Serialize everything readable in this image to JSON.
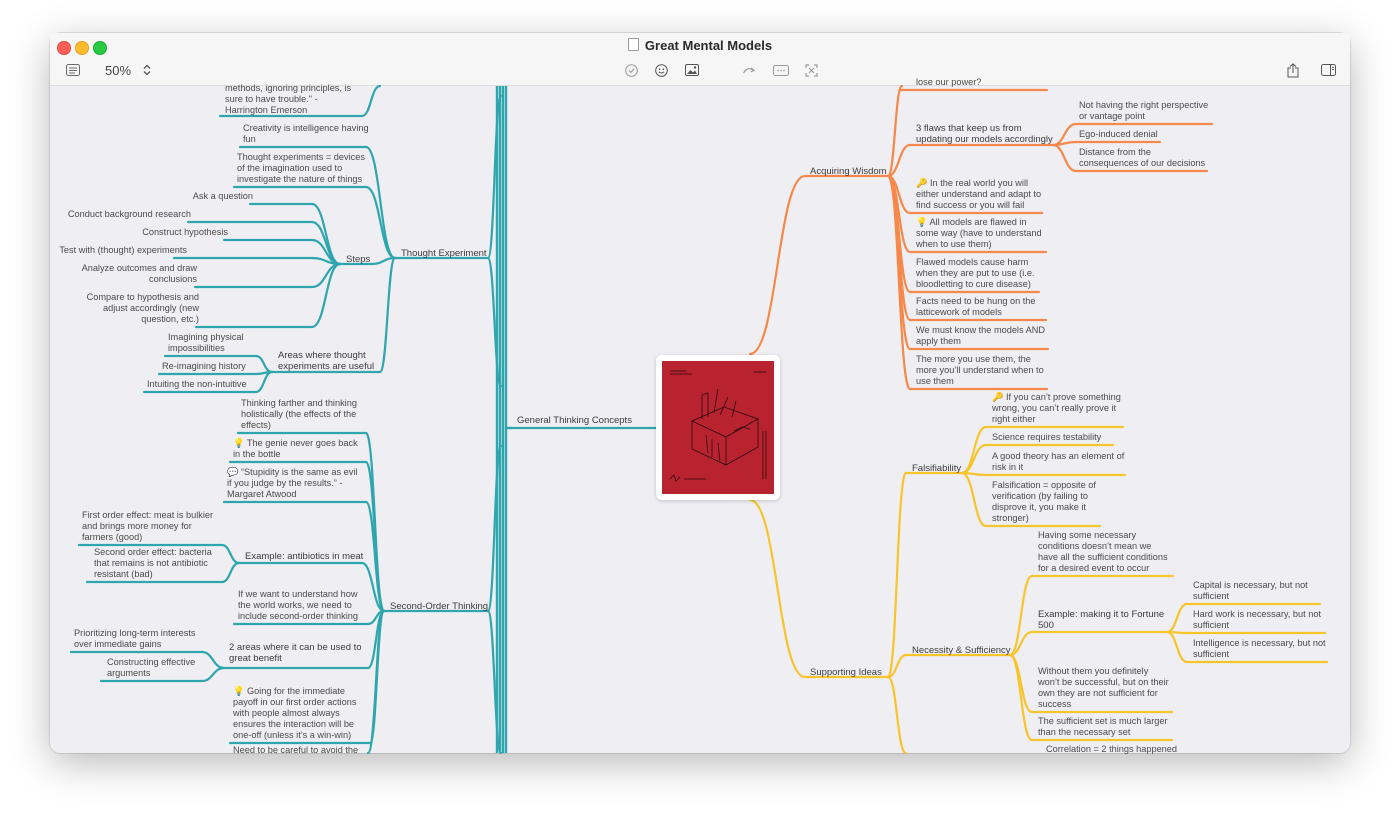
{
  "window": {
    "title": "Great Mental Models"
  },
  "toolbar": {
    "zoom_value": "50%"
  },
  "colors": {
    "teal": "#2fa5ad",
    "orange": "#f5884a",
    "yellow": "#f7c42c"
  },
  "book": {
    "icon": "toolbox-illustration",
    "cover_color": "#b8232f"
  },
  "left": {
    "root_label": "General Thinking Concepts",
    "quote_top": [
      "methods, ignoring principles, is",
      "sure to have trouble.\" -",
      "Harrington Emerson"
    ],
    "thought_experiment": {
      "label": "Thought Experiment",
      "items": [
        [
          "Creativity is intelligence having",
          "fun"
        ],
        [
          "Thought experiments = devices",
          "of the imagination used to",
          "investigate the nature of things"
        ]
      ],
      "steps_label": "Steps",
      "steps": [
        [
          "Ask a question"
        ],
        [
          "Conduct background research"
        ],
        [
          "Construct hypothesis"
        ],
        [
          "Test with (thought) experiments"
        ],
        [
          "Analyze outcomes and draw",
          "conclusions"
        ],
        [
          "Compare to hypothesis and",
          "adjust accordingly (new",
          "question, etc.)"
        ]
      ],
      "areas_label": [
        "Areas where thought",
        "experiments are useful"
      ],
      "areas": [
        [
          "Imagining physical",
          "impossibilities"
        ],
        [
          "Re-imagining history"
        ],
        [
          "Intuiting the non-intuitive"
        ]
      ]
    },
    "second_order": {
      "label": "Second-Order Thinking",
      "items": [
        [
          "Thinking farther and thinking",
          "holistically (the effects of the",
          "effects)"
        ],
        [
          "💡 The genie never goes back",
          "in the bottle"
        ],
        [
          "💬 “Stupidity is the same as evil",
          "if you judge by the results.” -",
          "Margaret Atwood"
        ]
      ],
      "example_label": "Example: antibiotics in meat",
      "example_items": [
        [
          "First order effect: meat is bulkier",
          "and brings more money for",
          "farmers (good)"
        ],
        [
          "Second order effect: bacteria",
          "that remains is not antibiotic",
          "resistant (bad)"
        ]
      ],
      "understand": [
        "If we want to understand how",
        "the world works, we need to",
        "include second-order thinking"
      ],
      "areas_label": [
        "2 areas where it can be used to",
        "great benefit"
      ],
      "areas": [
        [
          "Prioritizing long-term interests",
          "over immediate gains"
        ],
        [
          "Constructing effective",
          "arguments"
        ]
      ],
      "payoff": [
        "💡 Going for the immediate",
        "payoff in our first order actions",
        "with people almost always",
        "ensures the interaction will be",
        "one-off (unless it’s a win-win)"
      ],
      "partial": [
        "Need to be careful to avoid the"
      ]
    }
  },
  "right": {
    "acquiring": {
      "label": "Acquiring Wisdom",
      "top_partial": "lose our power?",
      "flaws_label": [
        "3 flaws that keep us from",
        "updating our models accordingly"
      ],
      "flaws": [
        [
          "Not having the right perspective",
          "or vantage point"
        ],
        [
          "Ego-induced denial"
        ],
        [
          "Distance from the",
          "consequences of our decisions"
        ]
      ],
      "items": [
        [
          "🔑 In the real world you will",
          "either understand and adapt to",
          "find success or you will fail"
        ],
        [
          "💡 All models are flawed in",
          "some way (have to understand",
          "when to use them)"
        ],
        [
          "Flawed models cause harm",
          "when they are put to use (i.e.",
          "bloodletting to cure disease)"
        ],
        [
          "Facts need to be hung on the",
          "latticework of models"
        ],
        [
          "We must know the models AND",
          "apply them"
        ],
        [
          "The more you use them, the",
          "more you’ll understand when to",
          "use them"
        ]
      ]
    },
    "supporting": {
      "label": "Supporting Ideas",
      "falsifiability": {
        "label": "Falsifiability",
        "items": [
          [
            "🔑 If you can’t prove something",
            "wrong, you can’t really prove it",
            "right either"
          ],
          [
            "Science requires testability"
          ],
          [
            "A good theory has an element of",
            "risk in it"
          ],
          [
            "Falsification = opposite of",
            "verification (by failing to",
            "disprove it, you make it",
            "stronger)"
          ]
        ]
      },
      "necessity": {
        "label": "Necessity & Sufficiency",
        "items": [
          [
            "Having some necessary",
            "conditions doesn’t mean we",
            "have all the sufficient conditions",
            "for a desired event to occur"
          ],
          [
            "Without them you definitely",
            "won’t be successful, but on their",
            "own they are not sufficient for",
            "success"
          ],
          [
            "The sufficient set is much larger",
            "than the necessary set"
          ]
        ],
        "example_label": [
          "Example: making it to Fortune",
          "500"
        ],
        "example_items": [
          [
            "Capital is necessary, but not",
            "sufficient"
          ],
          [
            "Hard work is necessary, but not",
            "sufficient"
          ],
          [
            "Intelligence is necessary, but not",
            "sufficient"
          ]
        ]
      },
      "partial": "Correlation = 2 things happened"
    }
  }
}
